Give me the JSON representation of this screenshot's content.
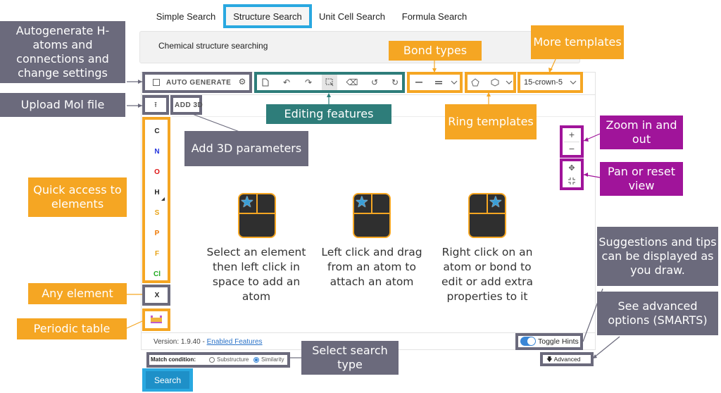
{
  "tabs": [
    {
      "label": "Simple Search"
    },
    {
      "label": "Structure Search"
    },
    {
      "label": "Unit Cell Search"
    },
    {
      "label": "Formula Search"
    }
  ],
  "header": {
    "title": "Chemical structure searching"
  },
  "toolbar": {
    "auto_generate": "AUTO GENERATE",
    "add_3d": "ADD 3D",
    "template_select": "15-crown-5"
  },
  "elements": [
    "C",
    "N",
    "O",
    "H",
    "S",
    "P",
    "F",
    "Cl",
    "X"
  ],
  "zoom": {
    "plus": "+",
    "minus": "−"
  },
  "hints": [
    "Select an element then left click in space to add an atom",
    "Left click and drag from an atom to attach an atom",
    "Right click on an atom or bond to edit or add extra properties to it"
  ],
  "footer": {
    "version": "Version: 1.9.40 - ",
    "features_link": "Enabled Features",
    "toggle_hints": "Toggle Hints",
    "advanced": "Advanced"
  },
  "match": {
    "label": "Match condition:",
    "options": [
      "Substructure",
      "Similarity"
    ],
    "selected": "Similarity"
  },
  "search_button": "Search",
  "callouts": {
    "autogenerate": "Autogenerate H-atoms and connections and change settings",
    "upload": "Upload Mol file",
    "add3d": "Add 3D parameters",
    "editing": "Editing features",
    "bond_types": "Bond types",
    "more_templates": "More templates",
    "ring_templates": "Ring templates",
    "zoom": "Zoom in and out",
    "pan": "Pan or reset view",
    "quick_access": "Quick access to elements",
    "any_element": "Any element",
    "periodic": "Periodic table",
    "suggestions": "Suggestions and tips can be displayed as you draw.",
    "advanced_opts": "See advanced options (SMARTS)",
    "search_type": "Select search type"
  },
  "colors": {
    "callout_gray": "#6b6a7c",
    "callout_teal": "#2e7d7a",
    "callout_orange": "#f5a623",
    "callout_magenta": "#a0149a",
    "highlight_blue": "#29a8e0",
    "element_N": "#2233dd",
    "element_O": "#dd1111",
    "element_S": "#e8a317",
    "element_P": "#ee7700",
    "element_F": "#e8a317",
    "element_Cl": "#22aa22"
  }
}
